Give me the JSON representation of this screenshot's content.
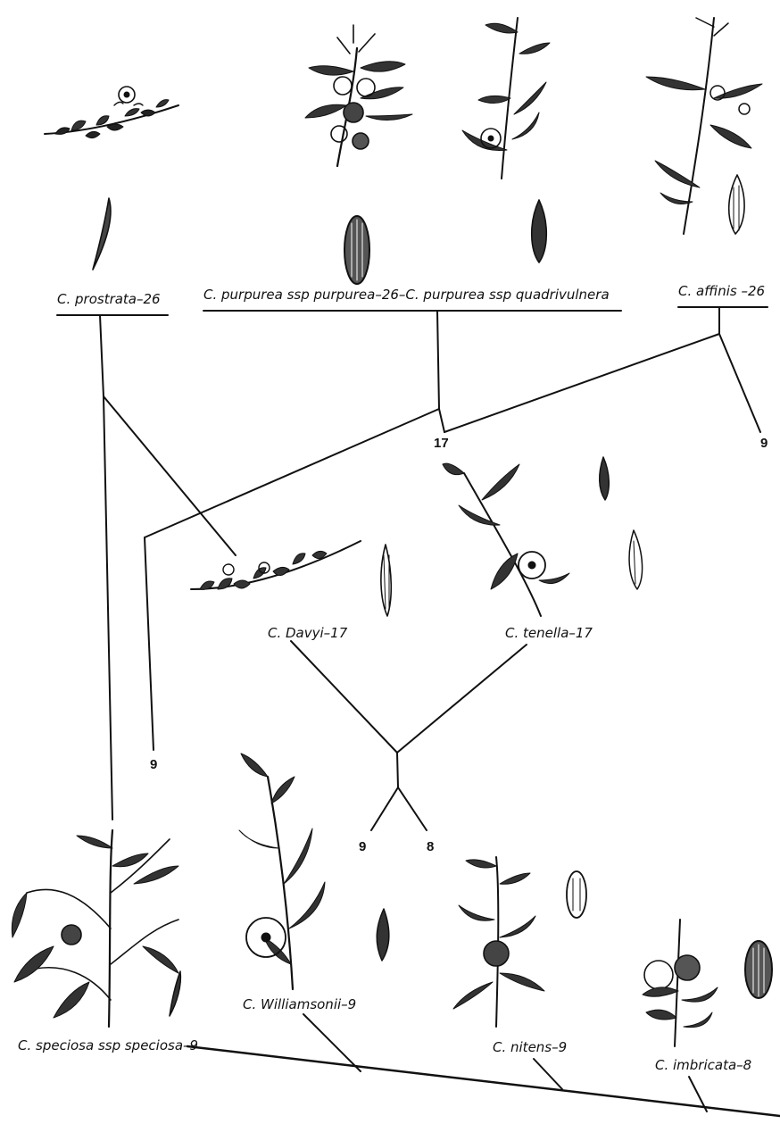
{
  "labels": {
    "prostrata": "C. prostrata–26",
    "purpurea": "C. purpurea ssp purpurea–26–C. purpurea ssp quadrivulnera",
    "affinis": "C. affinis –26",
    "davyi": "C. Davyi–17",
    "tenella": "C. tenella–17",
    "williamsonii": "C. Williamsonii–9",
    "speciosa": "C. speciosa ssp speciosa–9",
    "nitens": "C. nitens–9",
    "imbricata": "C. imbricata–8"
  },
  "numbers": {
    "n17": "17",
    "n9_right": "9",
    "n9_left": "9",
    "n9_center": "9",
    "n8_center": "8"
  },
  "colors": {
    "ink": "#111111"
  }
}
